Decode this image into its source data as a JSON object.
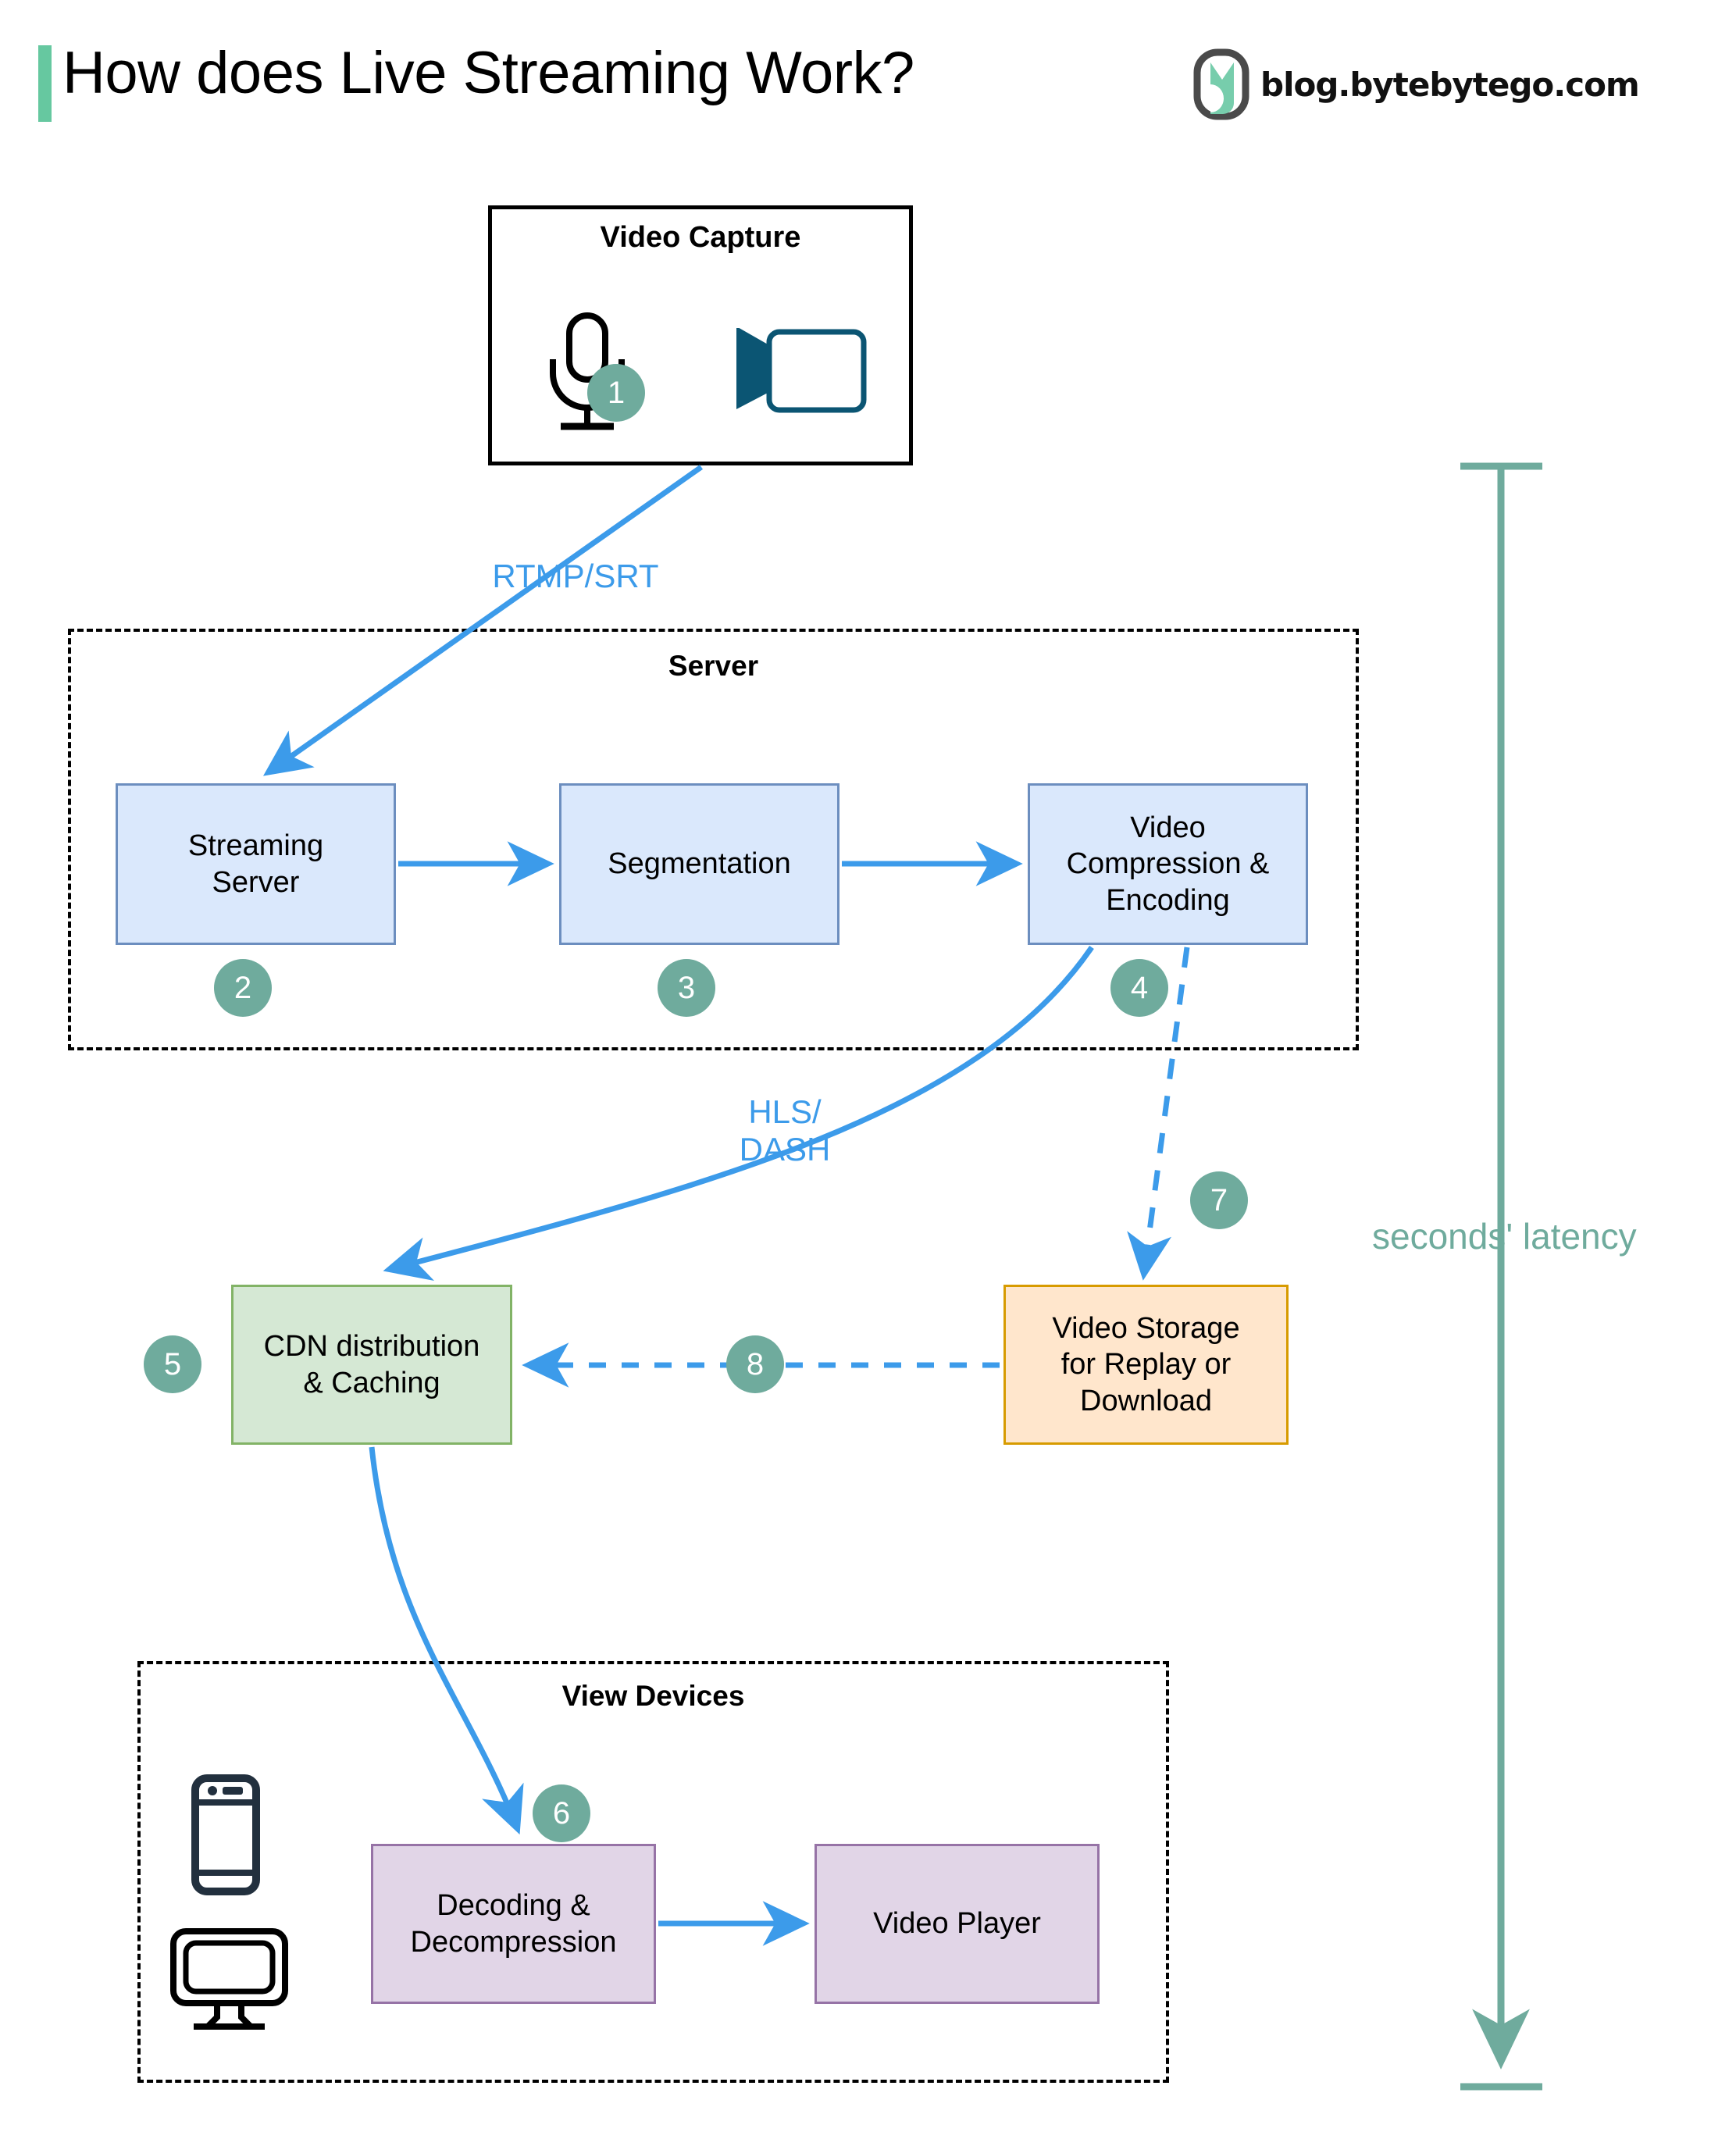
{
  "header": {
    "title": "How does Live Streaming Work?",
    "brand_text": "blog.bytebytego.com",
    "accent_color": "#66C8A0",
    "logo_icon": "bytebytego-logo-icon"
  },
  "colors": {
    "step_badge": "#6FAB9D",
    "flow_arrow": "#3C9BEA",
    "latency_bracket": "#6FAB9D",
    "process_fill": "#DAE8FC",
    "process_border": "#6C8EBF",
    "cdn_fill": "#D5E8D4",
    "cdn_border": "#82B366",
    "storage_fill": "#FFE6CC",
    "storage_border": "#D79B00",
    "device_fill": "#E1D5E7",
    "device_border": "#9673A6",
    "camera_icon": "#0B5573",
    "phone_icon": "#22303E"
  },
  "capture": {
    "title": "Video Capture",
    "mic_icon": "microphone-icon",
    "camera_icon": "video-camera-icon",
    "step": "1"
  },
  "server": {
    "title": "Server",
    "nodes": [
      {
        "label": "Streaming\nServer",
        "step": "2"
      },
      {
        "label": "Segmentation",
        "step": "3"
      },
      {
        "label": "Video\nCompression &\nEncoding",
        "step": "4"
      }
    ]
  },
  "distribution": {
    "cdn": {
      "label": "CDN distribution\n& Caching",
      "step": "5"
    },
    "storage": {
      "label": "Video Storage\nfor Replay or\nDownload",
      "step": "7"
    },
    "replay_step": "8"
  },
  "view_devices": {
    "title": "View Devices",
    "phone_icon": "smartphone-icon",
    "monitor_icon": "desktop-monitor-icon",
    "nodes": [
      {
        "label": "Decoding &\nDecompression",
        "step": "6"
      },
      {
        "label": "Video Player",
        "step": ""
      }
    ]
  },
  "edge_labels": {
    "capture_to_server": "RTMP/SRT",
    "encoding_to_cdn": "HLS/\nDASH"
  },
  "latency": {
    "label": "seconds' latency"
  }
}
